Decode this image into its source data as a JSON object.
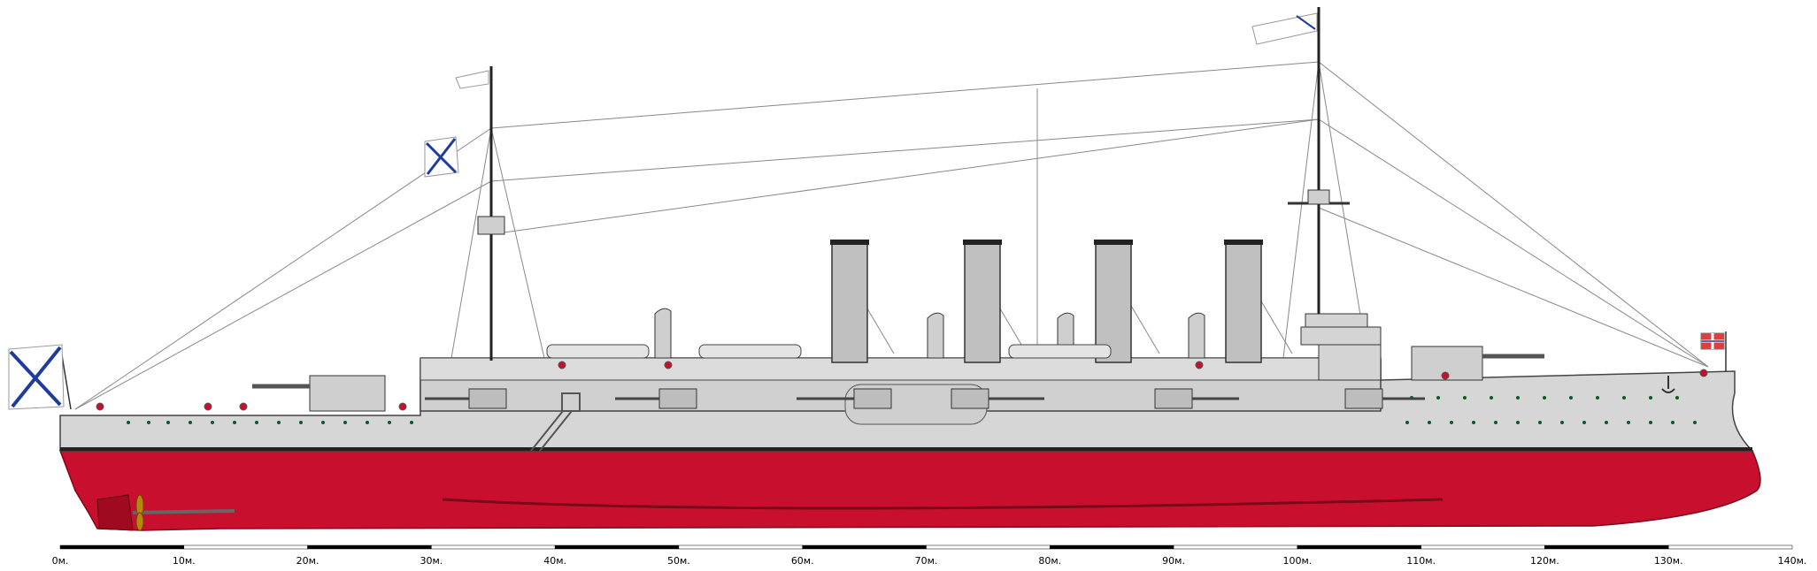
{
  "ship": {
    "hull_color": "#c8102e",
    "superstructure_color": "#d6d6d6",
    "funnel_count": 4,
    "mast_count": 2
  },
  "scale": {
    "labels": [
      "0м.",
      "10м.",
      "20м.",
      "30м.",
      "40м.",
      "50м.",
      "60м.",
      "70м.",
      "80м.",
      "90м.",
      "100м.",
      "110м.",
      "120м.",
      "130м.",
      "140м."
    ]
  },
  "flags": [
    {
      "name": "st-andrew-ensign",
      "kind": "naval ensign"
    },
    {
      "name": "st-andrew-pennant",
      "kind": "pennant"
    },
    {
      "name": "jack",
      "kind": "jack"
    }
  ]
}
